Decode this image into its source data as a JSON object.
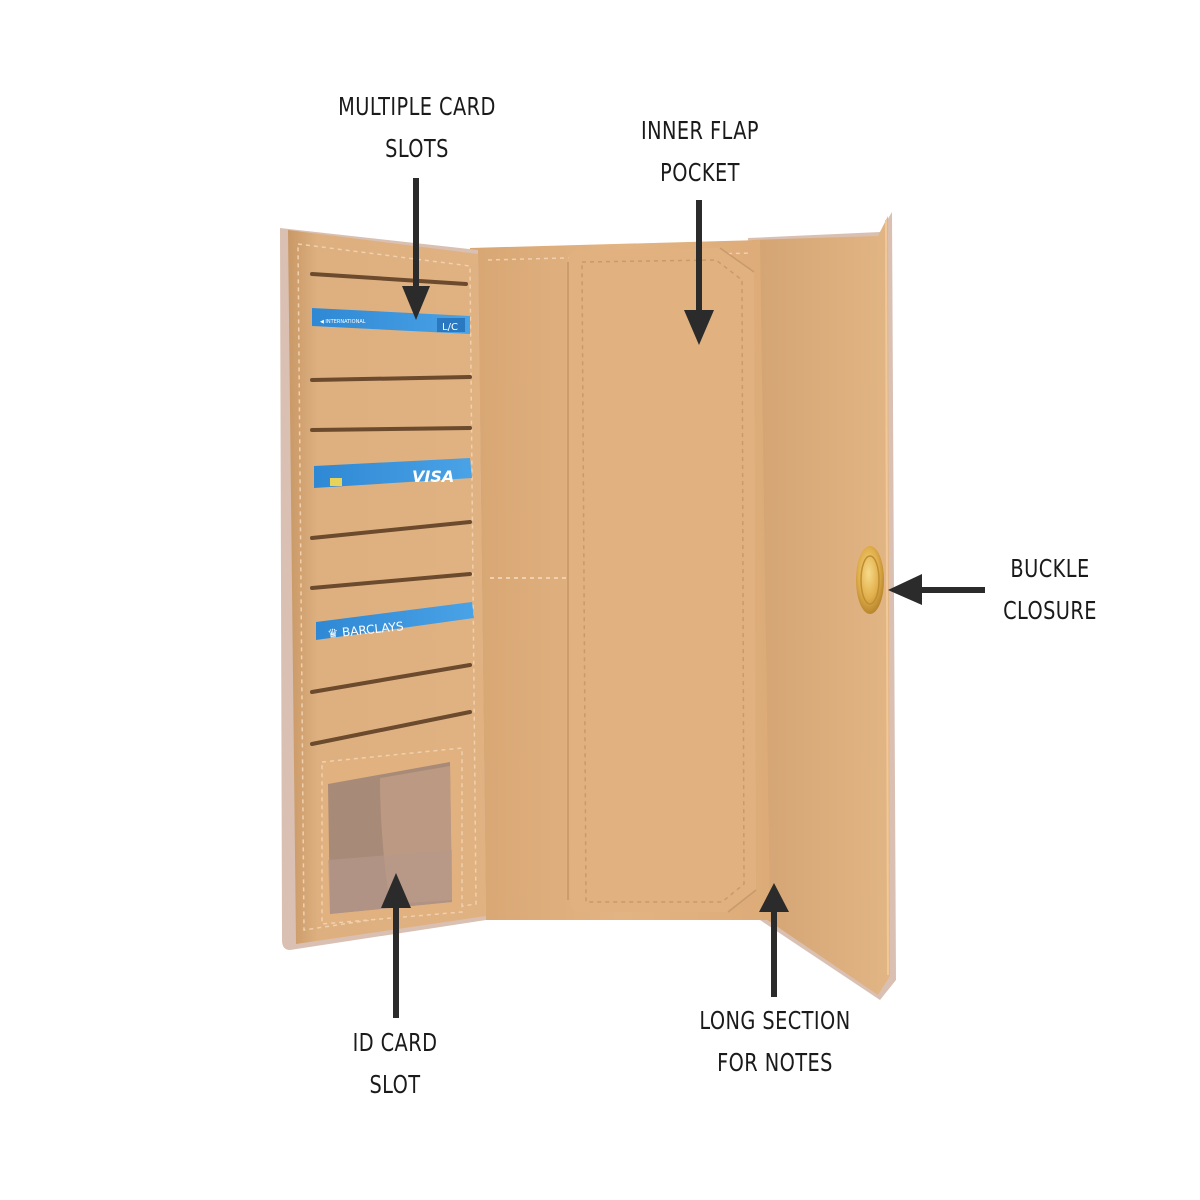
{
  "image": {
    "subject": "Open trifold wallet, beige leather interior with feature callouts",
    "colors": {
      "background": "#ffffff",
      "leather": "#e2b381",
      "leather_shade": "#d3a170",
      "leather_dark": "#c49464",
      "exterior_edge": "#d9bfb0",
      "slot_cut": "#6b4a2e",
      "stitch": "#f0d0ae",
      "arrow": "#2b2b2b",
      "label_text": "#1a1a1a",
      "card_blue": "#2f8fd8",
      "buckle_gold": "#e0b552"
    }
  },
  "callouts": [
    {
      "id": "multiple-card-slots",
      "lines": [
        "MULTIPLE CARD",
        "SLOTS"
      ],
      "arrow": "down"
    },
    {
      "id": "inner-flap-pocket",
      "lines": [
        "INNER FLAP",
        "POCKET"
      ],
      "arrow": "down"
    },
    {
      "id": "buckle-closure",
      "lines": [
        "BUCKLE",
        "CLOSURE"
      ],
      "arrow": "left"
    },
    {
      "id": "id-card-slot",
      "lines": [
        "ID CARD",
        "SLOT"
      ],
      "arrow": "up"
    },
    {
      "id": "long-section-for-notes",
      "lines": [
        "LONG SECTION",
        "FOR NOTES"
      ],
      "arrow": "up"
    }
  ],
  "cards": [
    {
      "brand": "INTERNATIONAL",
      "logo": "L/C"
    },
    {
      "brand": "VISA",
      "logo": "VISA"
    },
    {
      "brand": "BARCLAYS",
      "logo": "BARCLAYS"
    }
  ]
}
